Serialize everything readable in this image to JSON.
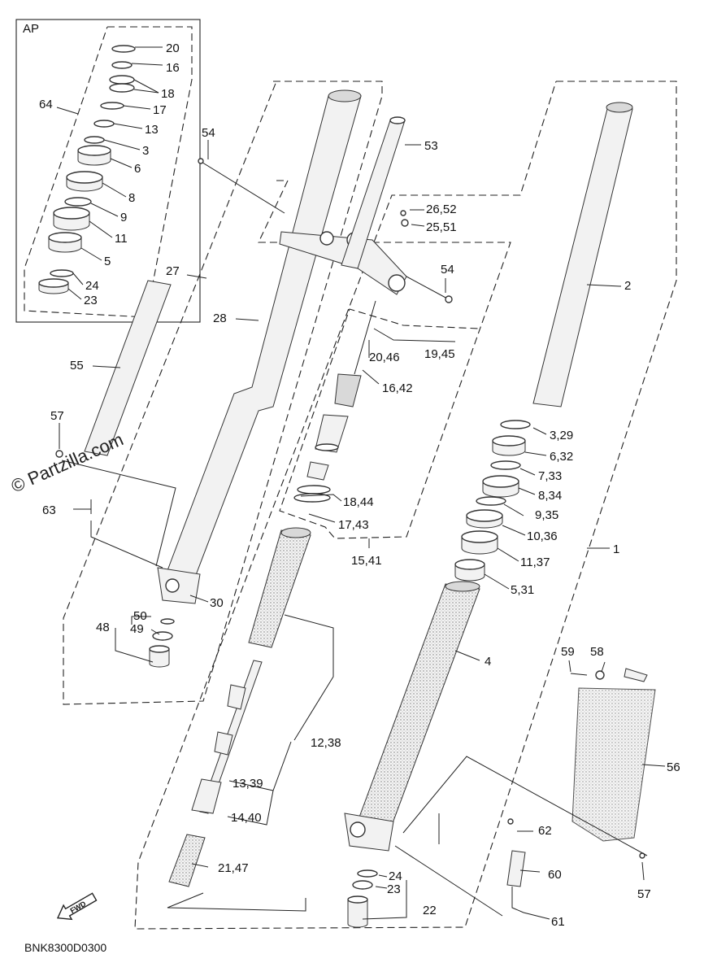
{
  "inset": {
    "title": "AP",
    "group_label": "64",
    "labels": [
      "20",
      "16",
      "18",
      "17",
      "13",
      "3",
      "6",
      "8",
      "9",
      "11",
      "5",
      "24",
      "23"
    ]
  },
  "watermark": {
    "text": "© Partzilla.com"
  },
  "fwd_badge": {
    "text": "FWD"
  },
  "diagram_code": "BNK8300D0300",
  "callouts": {
    "c54a": "54",
    "c53": "53",
    "c26_52": "26,52",
    "c25_51": "25,51",
    "c54b": "54",
    "c27": "27",
    "c28": "28",
    "c2": "2",
    "c55": "55",
    "c20_46": "20,46",
    "c19_45": "19,45",
    "c16_42": "16,42",
    "c57a": "57",
    "c63": "63",
    "c18_44": "18,44",
    "c17_43": "17,43",
    "c15_41": "15,41",
    "c3_29": "3,29",
    "c6_32": "6,32",
    "c7_33": "7,33",
    "c8_34": "8,34",
    "c9_35": "9,35",
    "c10_36": "10,36",
    "c11_37": "11,37",
    "c5_31": "5,31",
    "c1": "1",
    "c30": "30",
    "c50": "50",
    "c49": "49",
    "c48": "48",
    "c4": "4",
    "c59": "59",
    "c58": "58",
    "c12_38": "12,38",
    "c56": "56",
    "c13_39": "13,39",
    "c14_40": "14,40",
    "c62": "62",
    "c60": "60",
    "c21_47": "21,47",
    "c24": "24",
    "c23": "23",
    "c22": "22",
    "c57b": "57",
    "c61": "61"
  },
  "colors": {
    "line": "#222222",
    "part_fill": "#f2f2f2",
    "background": "#ffffff"
  }
}
